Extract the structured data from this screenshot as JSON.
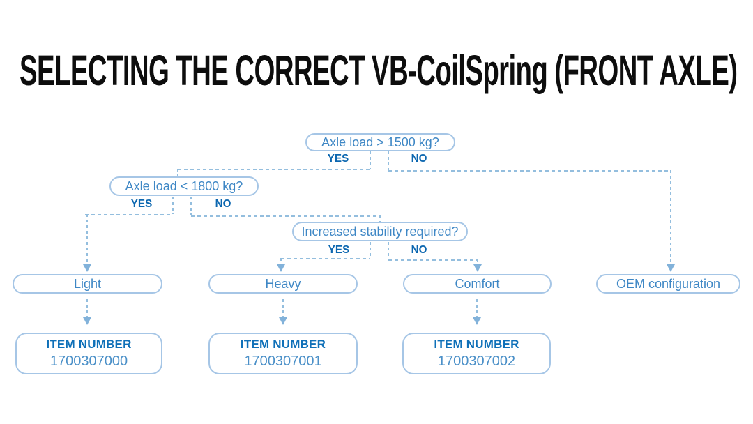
{
  "title": "SELECTING THE CORRECT VB-CoilSpring (FRONT AXLE)",
  "colors": {
    "title_text": "#0d0d0d",
    "node_border": "#a6c6e6",
    "node_text": "#3e87c5",
    "branch_label_text": "#0c67b0",
    "connector_line": "#94bede",
    "arrowhead": "#82b2da",
    "item_heading_text": "#0f70b8",
    "item_number_text": "#4b90c8",
    "background": "#ffffff"
  },
  "flow": {
    "decisions": [
      {
        "question": "Axle load > 1500 kg?",
        "yes_label": "YES",
        "no_label": "NO"
      },
      {
        "question": "Axle load < 1800 kg?",
        "yes_label": "YES",
        "no_label": "NO"
      },
      {
        "question": "Increased stability required?",
        "yes_label": "YES",
        "no_label": "NO"
      }
    ],
    "results": [
      {
        "label": "Light"
      },
      {
        "label": "Heavy"
      },
      {
        "label": "Comfort"
      },
      {
        "label": "OEM configuration"
      }
    ],
    "items": [
      {
        "heading": "ITEM NUMBER",
        "number": "1700307000"
      },
      {
        "heading": "ITEM NUMBER",
        "number": "1700307001"
      },
      {
        "heading": "ITEM NUMBER",
        "number": "1700307002"
      }
    ]
  }
}
